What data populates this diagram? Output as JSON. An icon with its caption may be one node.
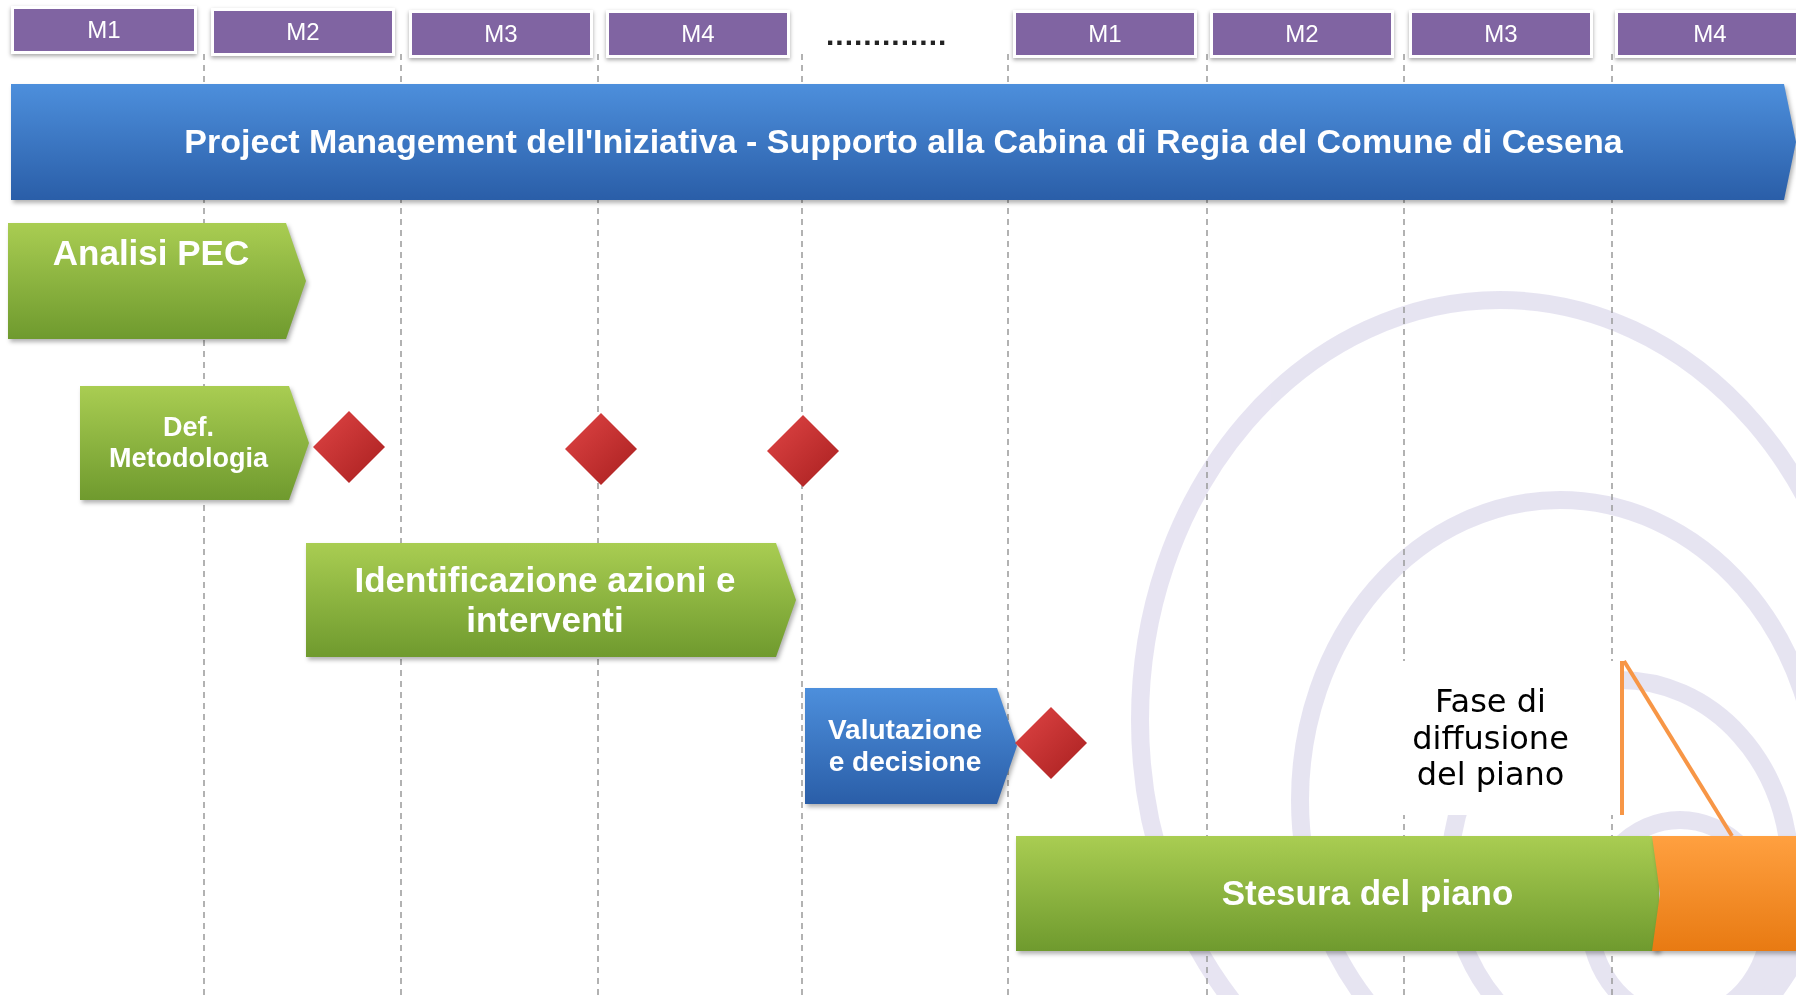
{
  "diagram": {
    "nodes": [
      {
        "text": [
          "M1"
        ]
      },
      {
        "text": [
          "M2"
        ]
      },
      {
        "text": [
          "M3"
        ]
      },
      {
        "text": [
          "M4"
        ]
      },
      {
        "text": [
          "M1"
        ]
      },
      {
        "text": [
          "M2"
        ]
      },
      {
        "text": [
          "M3"
        ]
      },
      {
        "text": [
          "M4"
        ]
      },
      {
        "text": [
          "Project Management dell'Iniziativa - Supporto alla Cabina di Regia del Comune di Cesena"
        ]
      },
      {
        "text": [
          "Analisi PEC"
        ]
      },
      {
        "text": [
          "Def. Metodologia"
        ]
      },
      {
        "text": [],
        "shape": "diamond"
      },
      {
        "text": [],
        "shape": "diamond"
      },
      {
        "text": [],
        "shape": "diamond"
      },
      {
        "text": [
          "Identificazione azioni e interventi"
        ]
      },
      {
        "text": [
          "Valutazione e decisione"
        ]
      },
      {
        "text": [],
        "shape": "diamond"
      },
      {
        "text": [
          "Fase di diffusione del piano"
        ]
      },
      {
        "text": [
          "Stesura del piano"
        ]
      },
      {
        "text": [],
        "shape": "bar"
      }
    ],
    "edges": [
      {
        "from": 17,
        "to": 19,
        "arrow": "none",
        "color": "#f79646"
      }
    ],
    "labels": [
      "............."
    ]
  }
}
